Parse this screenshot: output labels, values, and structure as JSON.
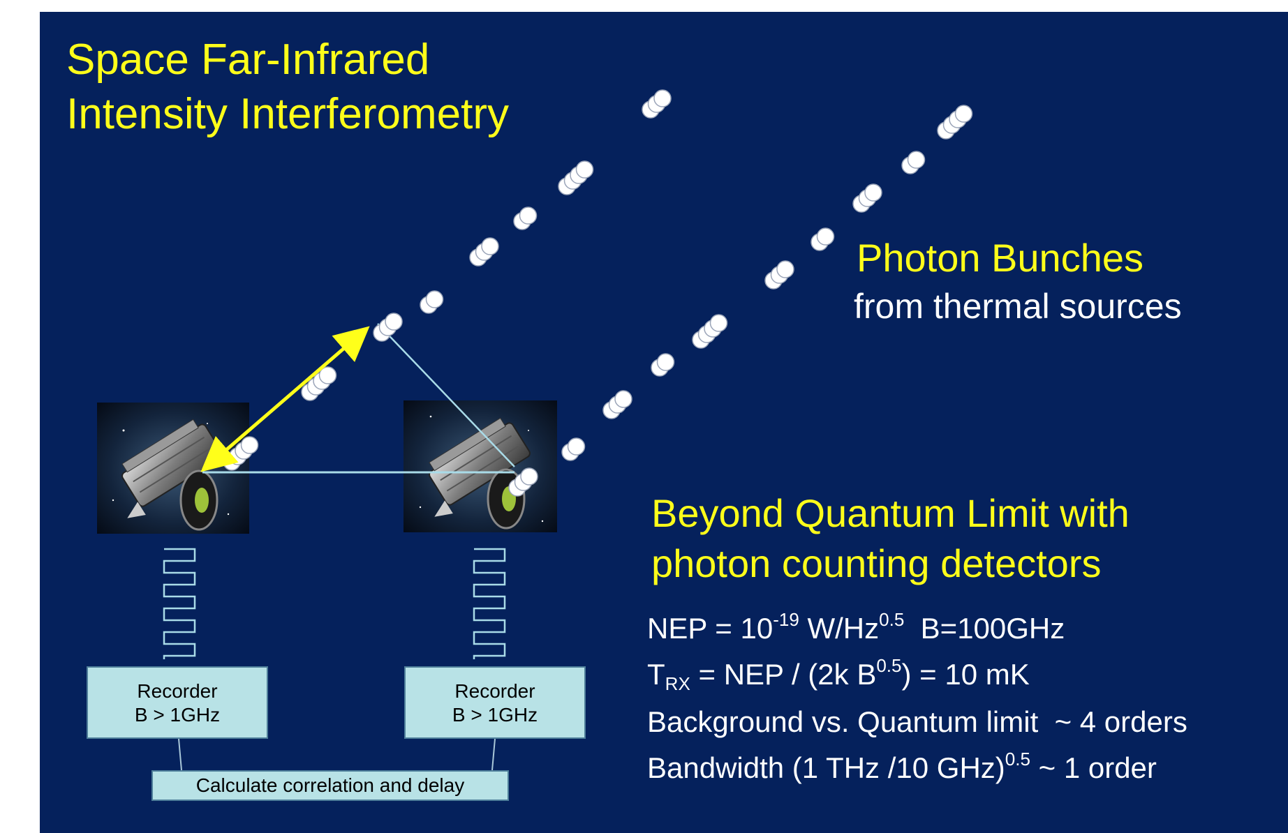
{
  "title": {
    "line1": "Space Far-Infrared",
    "line2": "Intensity Interferometry"
  },
  "photon_bunches": {
    "heading": "Photon Bunches",
    "subtitle": "from thermal sources"
  },
  "beyond": {
    "line1": "Beyond Quantum Limit with",
    "line2": "photon counting detectors"
  },
  "equations": {
    "nep": {
      "a": "NEP = 10",
      "exp1": "-19",
      "b": " W/Hz",
      "exp2": "0.5",
      "c": "  B=100GHz"
    },
    "trx": {
      "a": "T",
      "sub": "RX",
      "b": " = NEP / (2k B",
      "exp": "0.5",
      "c": ") = 10 mK"
    },
    "background": "Background vs. Quantum limit  ~ 4 orders",
    "bandwidth": {
      "a": "Bandwidth (1 THz /10 GHz)",
      "exp": "0.5",
      "b": " ~ 1 order"
    }
  },
  "recorders": [
    {
      "line1": "Recorder",
      "line2": "B > 1GHz"
    },
    {
      "line1": "Recorder",
      "line2": "B > 1GHz"
    }
  ],
  "correlator": "Calculate correlation and delay",
  "colors": {
    "background": "#05215c",
    "title": "#ffff1a",
    "text": "#ffffff",
    "box": "#b8e2e6",
    "arrow": "#ffff1a",
    "baseline": "#a9dbe8"
  }
}
